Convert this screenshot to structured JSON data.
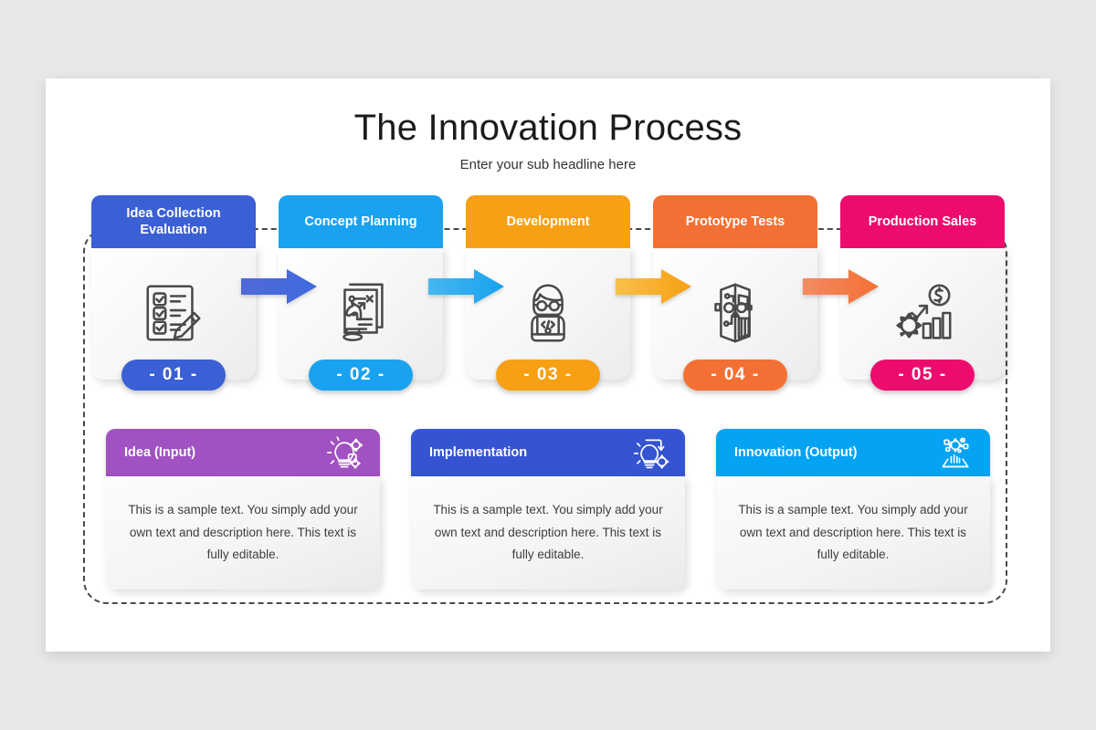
{
  "slide": {
    "title": "The Innovation Process",
    "subtitle": "Enter your sub headline here"
  },
  "steps": [
    {
      "label": "Idea Collection\nEvaluation",
      "label_line1": "Idea Collection",
      "label_line2": "Evaluation",
      "badge": "- 01 -",
      "color": "#3b5fd4",
      "icon": "checklist-clipboard-pencil-icon"
    },
    {
      "label": "Concept Planning",
      "label_line1": "Concept Planning",
      "label_line2": "",
      "badge": "- 02 -",
      "color": "#18a2f0",
      "icon": "strategy-document-chess-knight-icon"
    },
    {
      "label": "Development",
      "label_line1": "Development",
      "label_line2": "",
      "badge": "- 03 -",
      "color": "#f7a013",
      "icon": "developer-laptop-code-icon"
    },
    {
      "label": "Prototype Tests",
      "label_line1": "Prototype Tests",
      "label_line2": "",
      "badge": "- 04 -",
      "color": "#f37034",
      "icon": "prototype-circuit-panel-icon"
    },
    {
      "label": "Production Sales",
      "label_line1": "Production Sales",
      "label_line2": "",
      "badge": "- 05 -",
      "color": "#ed0c6e",
      "icon": "gear-growth-chart-dollar-icon"
    }
  ],
  "arrows": [
    {
      "name": "arrow-step1-to-step2",
      "color_from": "#5169d8",
      "color_to": "#3e6bdd"
    },
    {
      "name": "arrow-step2-to-step3",
      "color_from": "#45b7ef",
      "color_to": "#18a2f0"
    },
    {
      "name": "arrow-step3-to-step4",
      "color_from": "#f8c049",
      "color_to": "#f7a013"
    },
    {
      "name": "arrow-step4-to-step5",
      "color_from": "#f58b63",
      "color_to": "#f37034"
    }
  ],
  "bottom_cards": [
    {
      "title": "Idea (Input)",
      "color": "#a051c2",
      "icon": "lightbulb-gear-idea-icon",
      "body": "This is a sample text. You simply add your own text and description here. This text is fully editable."
    },
    {
      "title": "Implementation",
      "color": "#3554d1",
      "icon": "lightbulb-gear-arrow-implementation-icon",
      "body": "This is a sample text. You simply add your own text and description here. This text is fully editable."
    },
    {
      "title": "Innovation (Output)",
      "color": "#06a3f2",
      "icon": "gear-network-output-icon",
      "body": "This is a sample text. You simply add your own text and description here. This text is fully editable."
    }
  ],
  "theme": {
    "page_background": "#e8e8ea",
    "slide_background": "#ffffff",
    "dashed_border": "#4a4a4a",
    "icon_stroke": "#4a4a4a",
    "body_text": "#3d3d3d"
  }
}
